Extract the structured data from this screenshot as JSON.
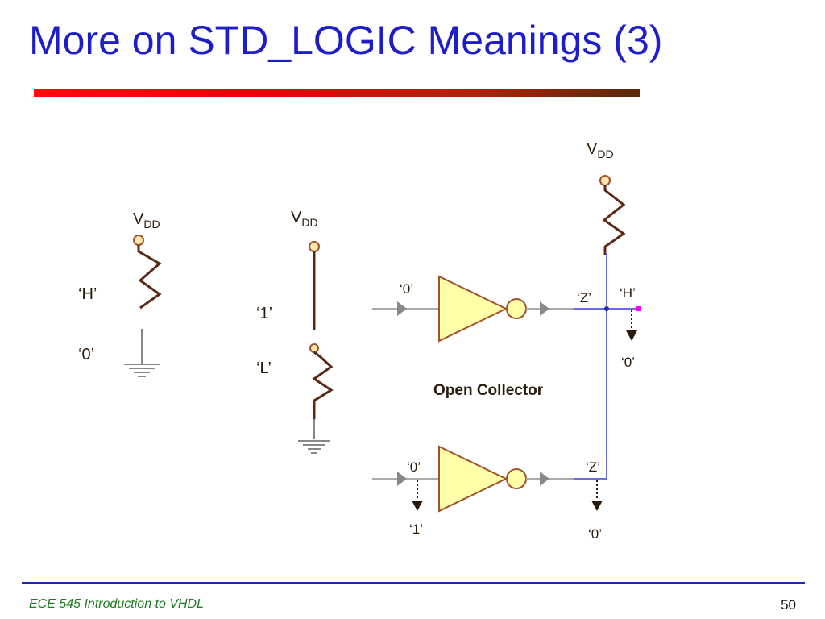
{
  "slide": {
    "title": "More on STD_LOGIC Meanings (3)",
    "footer_course": "ECE 545 Introduction to VHDL",
    "page_number": "50"
  },
  "diagram": {
    "vdd_main": "V",
    "vdd_sub": "DD",
    "pullup_circuit": {
      "high_label": "‘H’",
      "low_label": "‘0’"
    },
    "mixed_circuit": {
      "strong_label": "‘1’",
      "weak_label": "‘L’"
    },
    "open_collector": {
      "caption": "Open Collector",
      "top_input": "‘0’",
      "top_output": "‘Z’",
      "bus_high": "‘H’",
      "bus_resolved": "‘0’",
      "bottom_input": "‘0’",
      "bottom_input_result": "‘1’",
      "bottom_output": "‘Z’",
      "bottom_output_result": "‘0’"
    }
  },
  "colors": {
    "title": "#1d1dc9",
    "wire": "#5a2a14",
    "bus": "#6b6be6",
    "gate_fill": "#ffffa8",
    "gate_stroke": "#a0522d",
    "signal_arrow": "#888888",
    "footer_text": "#1f7a1f",
    "marker": "#ff00ff"
  }
}
